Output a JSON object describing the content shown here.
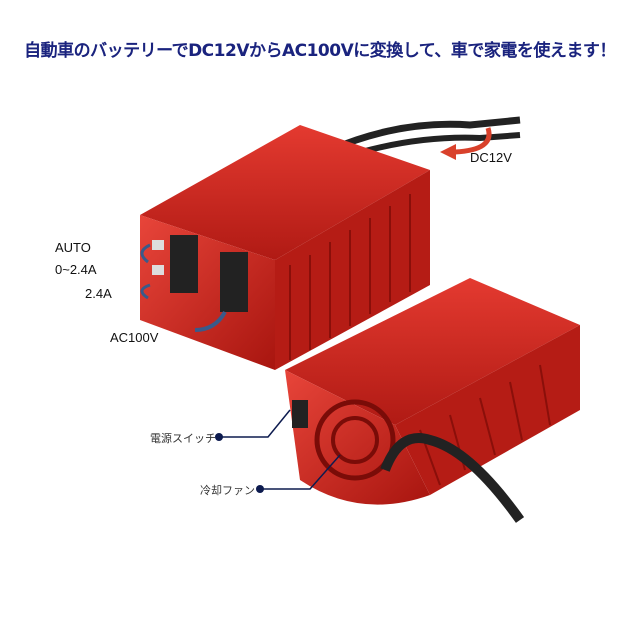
{
  "headline": "自動車のバッテリーでDC12VからAC100Vに変換して、車で家電を使えます！",
  "labels": {
    "dc_in": "DC12V",
    "usb_auto": "AUTO",
    "usb_range": "0~2.4A",
    "usb_fixed": "2.4A",
    "ac_out": "AC100V",
    "power_switch": "電源スイッチ",
    "cooling_fan": "冷却ファン"
  },
  "colors": {
    "headline": "#1a237e",
    "body": "#d42a22",
    "arrow": "#d9412b",
    "pointer": "#0d1b4f"
  },
  "icons": [
    "curved-arrow-icon",
    "pointer-dot-icon"
  ]
}
